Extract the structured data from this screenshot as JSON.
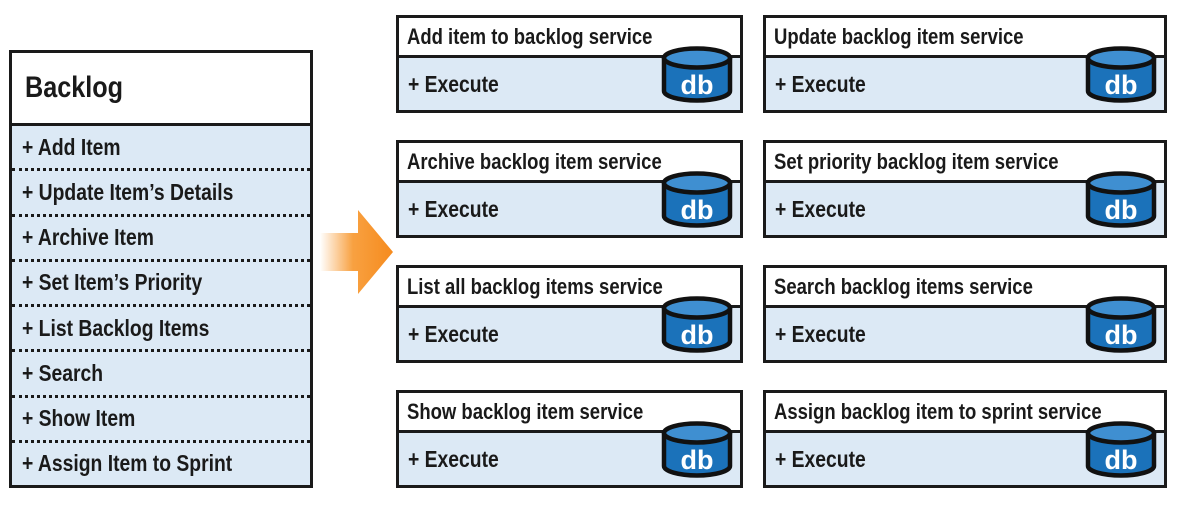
{
  "diagram": {
    "description": "Backlog class decomposed into microservices",
    "backlog_class": {
      "title": "Backlog",
      "items": [
        "+ Add Item",
        "+ Update Item’s Details",
        "+ Archive Item",
        "+ Set Item’s Priority",
        "+ List Backlog Items",
        "+ Search",
        "+ Show Item",
        "+ Assign Item to Sprint"
      ]
    },
    "arrow": {
      "direction": "right",
      "color": "#f68b1e"
    },
    "services": [
      {
        "title": "Add item to backlog service",
        "operation": "+ Execute",
        "db_label": "db"
      },
      {
        "title": "Update backlog item service",
        "operation": "+ Execute",
        "db_label": "db"
      },
      {
        "title": "Archive backlog item service",
        "operation": "+ Execute",
        "db_label": "db"
      },
      {
        "title": "Set priority backlog item service",
        "operation": "+ Execute",
        "db_label": "db"
      },
      {
        "title": "List all backlog items service",
        "operation": "+ Execute",
        "db_label": "db"
      },
      {
        "title": "Search backlog items service",
        "operation": "+ Execute",
        "db_label": "db"
      },
      {
        "title": "Show backlog item service",
        "operation": "+ Execute",
        "db_label": "db"
      },
      {
        "title": "Assign backlog item to sprint service",
        "operation": "+ Execute",
        "db_label": "db"
      }
    ],
    "colors": {
      "border": "#1a1a1a",
      "panel_fill": "#dce9f5",
      "db_body": "#1b72ba",
      "db_top": "#3f8fd1",
      "arrow": "#f68b1e"
    }
  }
}
